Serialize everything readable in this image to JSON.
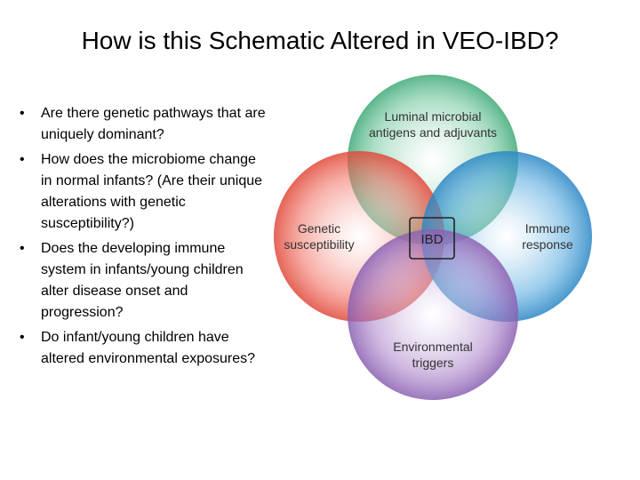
{
  "slide": {
    "title": "How is this Schematic Altered in VEO-IBD?"
  },
  "bullets": [
    "Are there genetic pathways that are uniquely dominant?",
    "How does the microbiome change in normal infants? (Are their unique alterations with genetic susceptibility?)",
    "Does the developing immune system in infants/young children alter disease onset and progression?",
    "Do infant/young children have altered environmental exposures?"
  ],
  "bullet_marker": "•",
  "venn": {
    "center_label": "IBD",
    "circles": {
      "top": {
        "line1": "Luminal microbial",
        "line2": "antigens and adjuvants",
        "color": "#6cc59a"
      },
      "left": {
        "line1": "Genetic",
        "line2": "susceptibility",
        "color": "#ef6a5c"
      },
      "right": {
        "line1": "Immune",
        "line2": "response",
        "color": "#4aa3dc"
      },
      "bottom": {
        "line1": "Environmental",
        "line2": "triggers",
        "color": "#a77fc8"
      }
    }
  }
}
